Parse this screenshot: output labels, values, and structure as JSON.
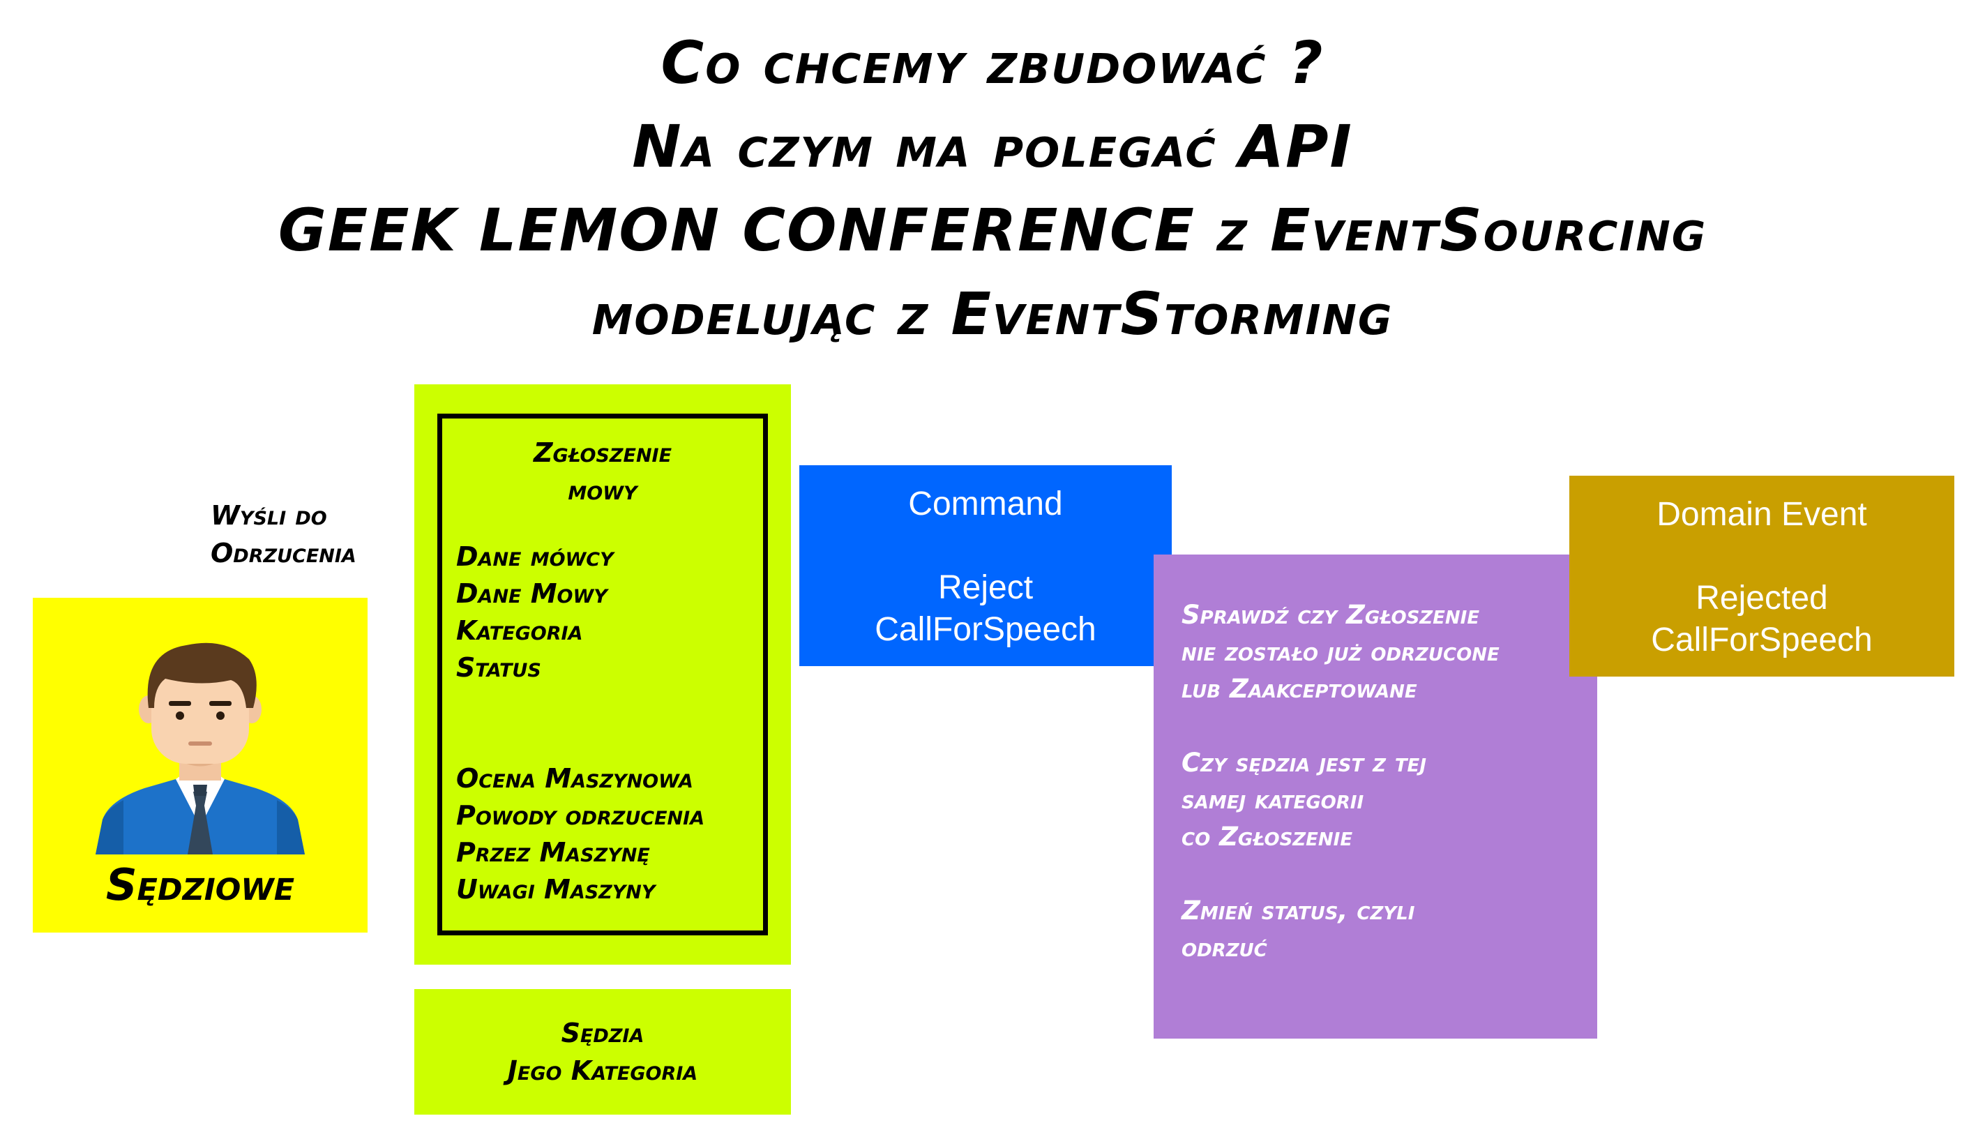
{
  "title": {
    "line1": "Co chcemy zbudować ?",
    "line2": "Na czym ma polegać API",
    "line3": "GEEK LEMON CONFERENCE z EventSourcing",
    "line4": "modelując z EventStorming"
  },
  "actor": {
    "annotation": [
      "Wyśli do",
      "Odrzucenia"
    ],
    "name": "Sędziowe",
    "icon": "judge-avatar-icon"
  },
  "read_model": {
    "title": [
      "Zgłoszenie",
      "mowy"
    ],
    "fields": [
      "Dane mówcy",
      "Dane Mowy",
      "Kategoria",
      "Status"
    ],
    "machine_fields": [
      "Ocena Maszynowa",
      "Powody odrzucenia",
      "Przez Maszynę",
      "Uwagi Maszyny"
    ]
  },
  "judge_note": [
    "Sędzia",
    "Jego Kategoria"
  ],
  "command": {
    "type": "Command",
    "name_lines": [
      "Reject",
      "CallForSpeech"
    ]
  },
  "policy": {
    "rule1": [
      "Sprawdź czy Zgłoszenie",
      "nie zostało już odrzucone",
      "lub Zaakceptowane"
    ],
    "rule2": [
      "Czy sędzia jest z tej",
      "samej kategorii",
      "co Zgłoszenie"
    ],
    "rule3": [
      "Zmień status, czyli",
      "odrzuć"
    ]
  },
  "domain_event": {
    "type": "Domain Event",
    "name_lines": [
      "Rejected",
      "CallForSpeech"
    ]
  },
  "colors": {
    "actor": "#ffff00",
    "read_model": "#ccff00",
    "command": "#0066ff",
    "policy": "#b07ed6",
    "domain_event": "#c99f00"
  }
}
